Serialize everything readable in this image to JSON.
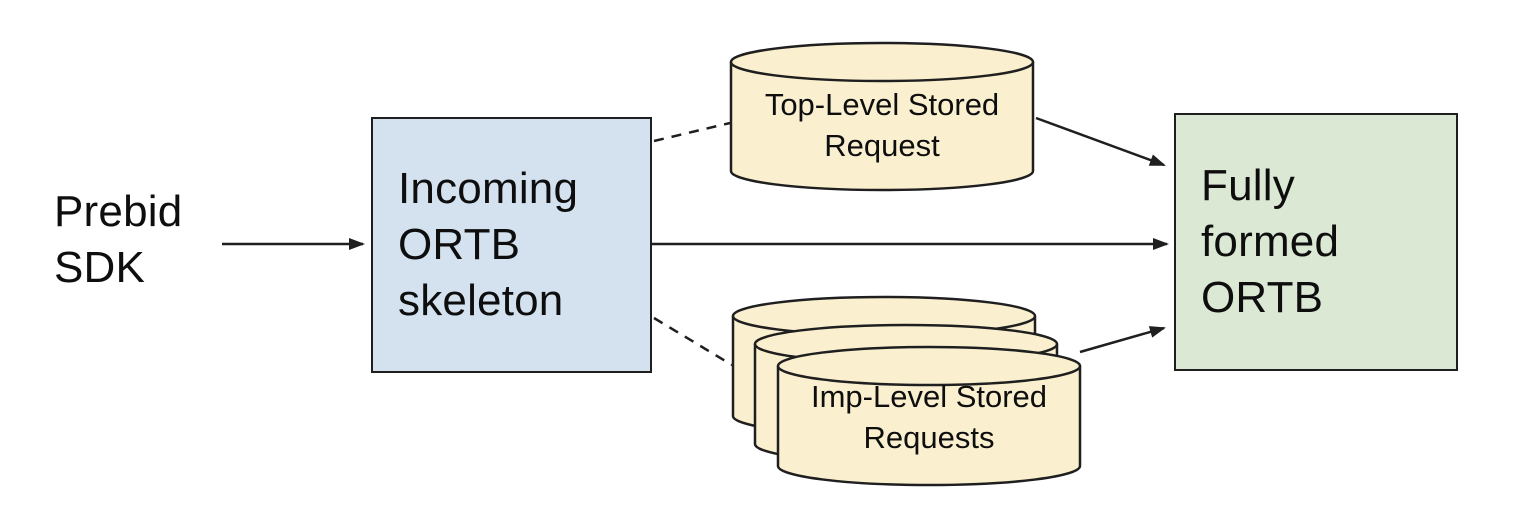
{
  "colors": {
    "background": "#ffffff",
    "box-blue": "#d4e2f0",
    "box-green": "#dbe8d4",
    "cylinder-yellow": "#faf0d0",
    "stroke": "#1f1f1f",
    "text": "#0e0e0e"
  },
  "nodes": {
    "prebid_sdk": {
      "label": "Prebid\nSDK"
    },
    "incoming_skeleton": {
      "label": "Incoming\nORTB\nskeleton"
    },
    "top_level_stored_request": {
      "label": "Top-Level Stored\nRequest"
    },
    "imp_level_stored_requests": {
      "label": "Imp-Level Stored\nRequests"
    },
    "fully_formed_ortb": {
      "label": "Fully\nformed\nORTB"
    }
  },
  "connections": [
    {
      "from": "Prebid SDK",
      "to": "Incoming ORTB skeleton",
      "style": "solid-arrow"
    },
    {
      "from": "Incoming ORTB skeleton",
      "to": "Top-Level Stored Request",
      "style": "dashed"
    },
    {
      "from": "Incoming ORTB skeleton",
      "to": "Imp-Level Stored Requests",
      "style": "dashed"
    },
    {
      "from": "Incoming ORTB skeleton",
      "to": "Fully formed ORTB",
      "style": "solid-arrow"
    },
    {
      "from": "Top-Level Stored Request",
      "to": "Fully formed ORTB",
      "style": "solid-arrow"
    },
    {
      "from": "Imp-Level Stored Requests",
      "to": "Fully formed ORTB",
      "style": "solid-arrow"
    }
  ]
}
